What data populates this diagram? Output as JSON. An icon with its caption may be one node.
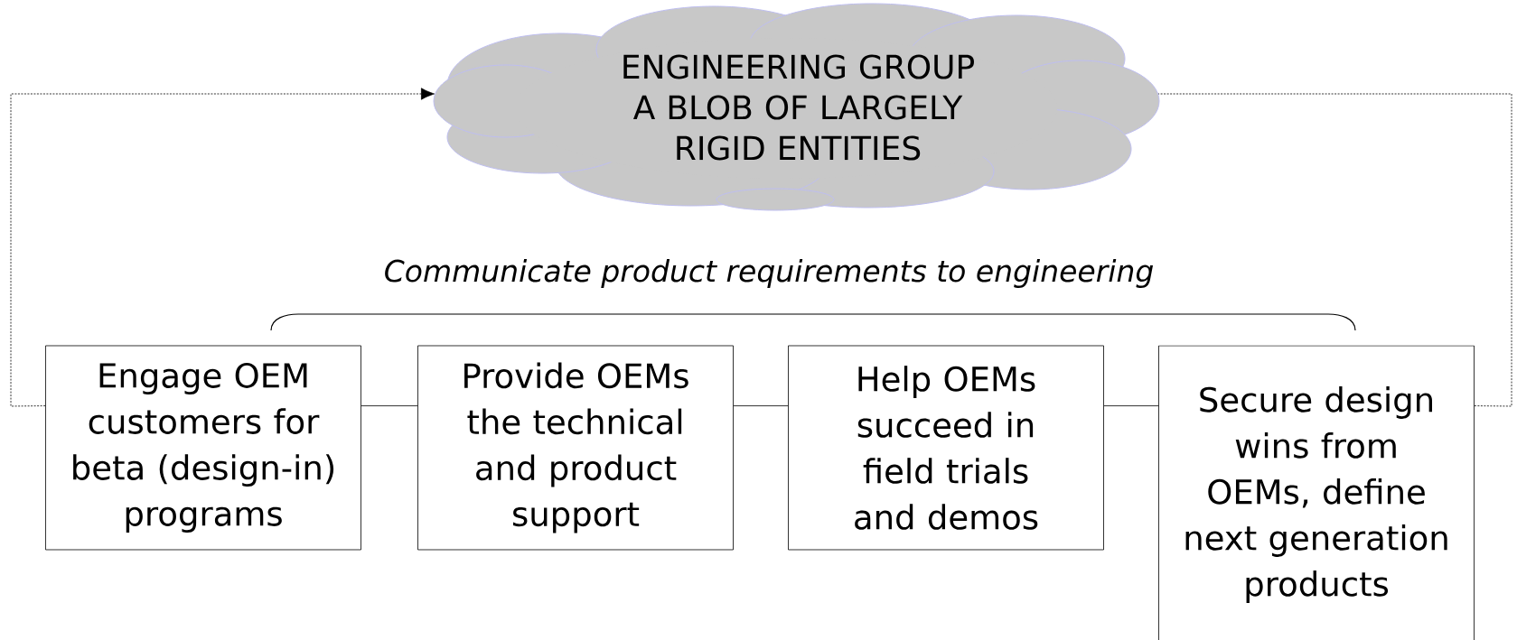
{
  "diagram": {
    "nodes": [
      {
        "text": [
          "ENGINEERING GROUP",
          "A BLOB OF LARGELY RIGID ENTITIES"
        ]
      },
      {
        "text": [
          "Engage OEM customers for beta (design-in) programs"
        ]
      },
      {
        "text": [
          "Provide OEMs the technical and product support"
        ]
      },
      {
        "text": [
          "Help OEMs succeed in field trials and demos"
        ]
      },
      {
        "text": [
          "Secure design wins from OEMs, define next generation products"
        ]
      }
    ],
    "edges": [
      {
        "from": 1,
        "to": 0,
        "arrow": "to",
        "style": "dashed"
      },
      {
        "from": 4,
        "to": 0,
        "arrow": "none",
        "style": "dashed"
      },
      {
        "from": 1,
        "to": 2,
        "arrow": "none"
      },
      {
        "from": 2,
        "to": 3,
        "arrow": "none"
      },
      {
        "from": 3,
        "to": 4,
        "arrow": "none"
      }
    ],
    "labels": [
      "Communicate product requirements to engineering"
    ]
  }
}
